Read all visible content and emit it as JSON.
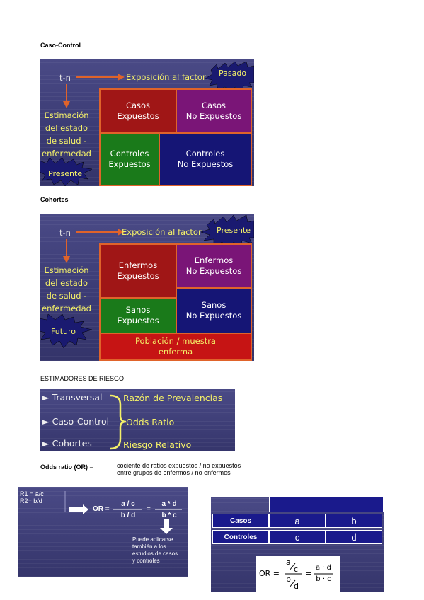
{
  "headings": {
    "case_control": "Caso-Control",
    "cohorts": "Cohortes",
    "estimators": "ESTIMADORES DE RIESGO"
  },
  "slide1": {
    "t": "t-n",
    "exposure": "Exposición al factor",
    "star_top": "Pasado",
    "estimation_lines": [
      "Estimación",
      "del estado",
      "de salud -",
      "enfermedad"
    ],
    "star_bottom": "Presente",
    "box_tl": [
      "Casos",
      "Expuestos"
    ],
    "box_tr": [
      "Casos",
      "No Expuestos"
    ],
    "box_bl": [
      "Controles",
      "Expuestos"
    ],
    "box_br": [
      "Controles",
      "No Expuestos"
    ],
    "colors": {
      "red": "#a01616",
      "purple": "#7a1577",
      "green": "#1a7a1a",
      "navy": "#151575",
      "border": "#e0632a",
      "yellow": "#f4f069"
    }
  },
  "slide2": {
    "t": "t-n",
    "exposure": "Exposición al factor",
    "star_top": "Presente",
    "estimation_lines": [
      "Estimación",
      "del estado",
      "de salud -",
      "enfermedad"
    ],
    "star_bottom": "Futuro",
    "box_tl": [
      "Enfermos",
      "Expuestos"
    ],
    "box_tr": [
      "Enfermos",
      "No Expuestos"
    ],
    "box_bl": [
      "Sanos",
      "Expuestos"
    ],
    "box_br": [
      "Sanos",
      "No Expuestos"
    ],
    "population": [
      "Población / muestra",
      "enferma"
    ]
  },
  "estimators": {
    "rows": [
      {
        "design": "► Transversal",
        "measure": "Razón de Prevalencias"
      },
      {
        "design": "► Caso-Control",
        "measure": "Odds Ratio"
      },
      {
        "design": "► Cohortes",
        "measure": "Riesgo Relativo"
      }
    ]
  },
  "odds": {
    "label": "Odds ratio (OR) =",
    "definition_1": "cociente de ratios expuestos / no expuestos",
    "definition_2": "entre grupos de enfermos / no enfermos"
  },
  "or_slide": {
    "r1": "R1 = a/c",
    "r2": "R2= b/d",
    "or_label": "OR =",
    "num1": "a / c",
    "den1": "b / d",
    "eq": "=",
    "num2": "a * d",
    "den2": "b * c",
    "note": [
      "Puede aplicarse",
      "también a los",
      "estudios de casos",
      "y controles"
    ]
  },
  "table_slide": {
    "rows": [
      {
        "label": "Casos",
        "c1": "a",
        "c2": "b"
      },
      {
        "label": "Controles",
        "c1": "c",
        "c2": "d"
      }
    ],
    "formula": {
      "or": "OR =",
      "a": "a",
      "c": "c",
      "b": "b",
      "d": "d",
      "eq": "=",
      "num": "a · d",
      "den": "b · c"
    }
  }
}
